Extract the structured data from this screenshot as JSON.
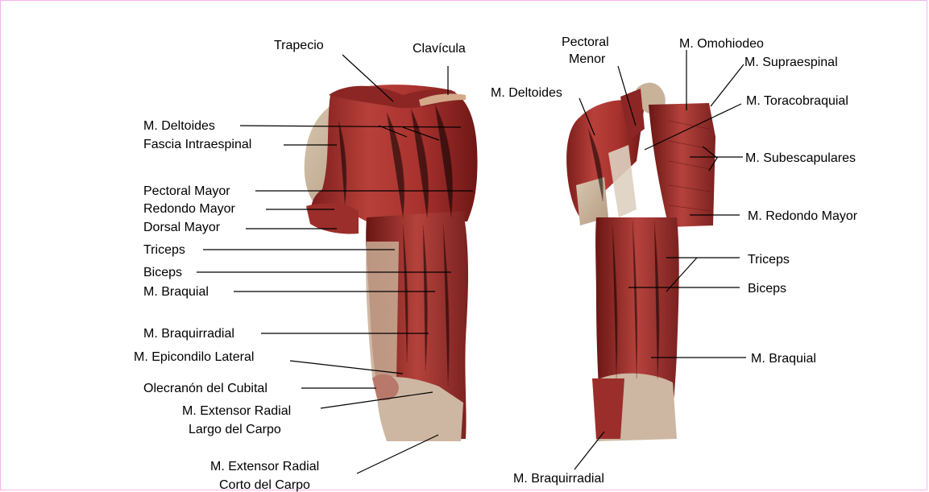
{
  "labels": {
    "trapecio": "Trapecio",
    "clavicula": "Clavícula",
    "deltoides_left": "M. Deltoides",
    "fascia": "Fascia Intraespinal",
    "pectoral_mayor": "Pectoral Mayor",
    "redondo_mayor_left": "Redondo Mayor",
    "dorsal_mayor": "Dorsal Mayor",
    "triceps_left": "Triceps",
    "biceps_left": "Biceps",
    "braquial_left": "M. Braquial",
    "braquirradial_left": "M. Braquirradial",
    "epicondilo": "M. Epicondilo Lateral",
    "olecranon": "Olecranón del Cubital",
    "ext_largo_1": "M. Extensor Radial",
    "ext_largo_2": "Largo del Carpo",
    "ext_corto_1": "M. Extensor Radial",
    "ext_corto_2": "Corto del Carpo",
    "pectoral_menor_1": "Pectoral",
    "pectoral_menor_2": "Menor",
    "omohiodeo": "M. Omohiodeo",
    "supraespinal": "M. Supraespinal",
    "deltoides_right": "M. Deltoides",
    "toracobraquial": "M. Toracobraquial",
    "subescapulares": "M. Subescapulares",
    "redondo_mayor_right": "M. Redondo Mayor",
    "triceps_right": "Triceps",
    "biceps_right": "Biceps",
    "braquial_right": "M. Braquial",
    "braquirradial_right": "M. Braquirradial"
  }
}
